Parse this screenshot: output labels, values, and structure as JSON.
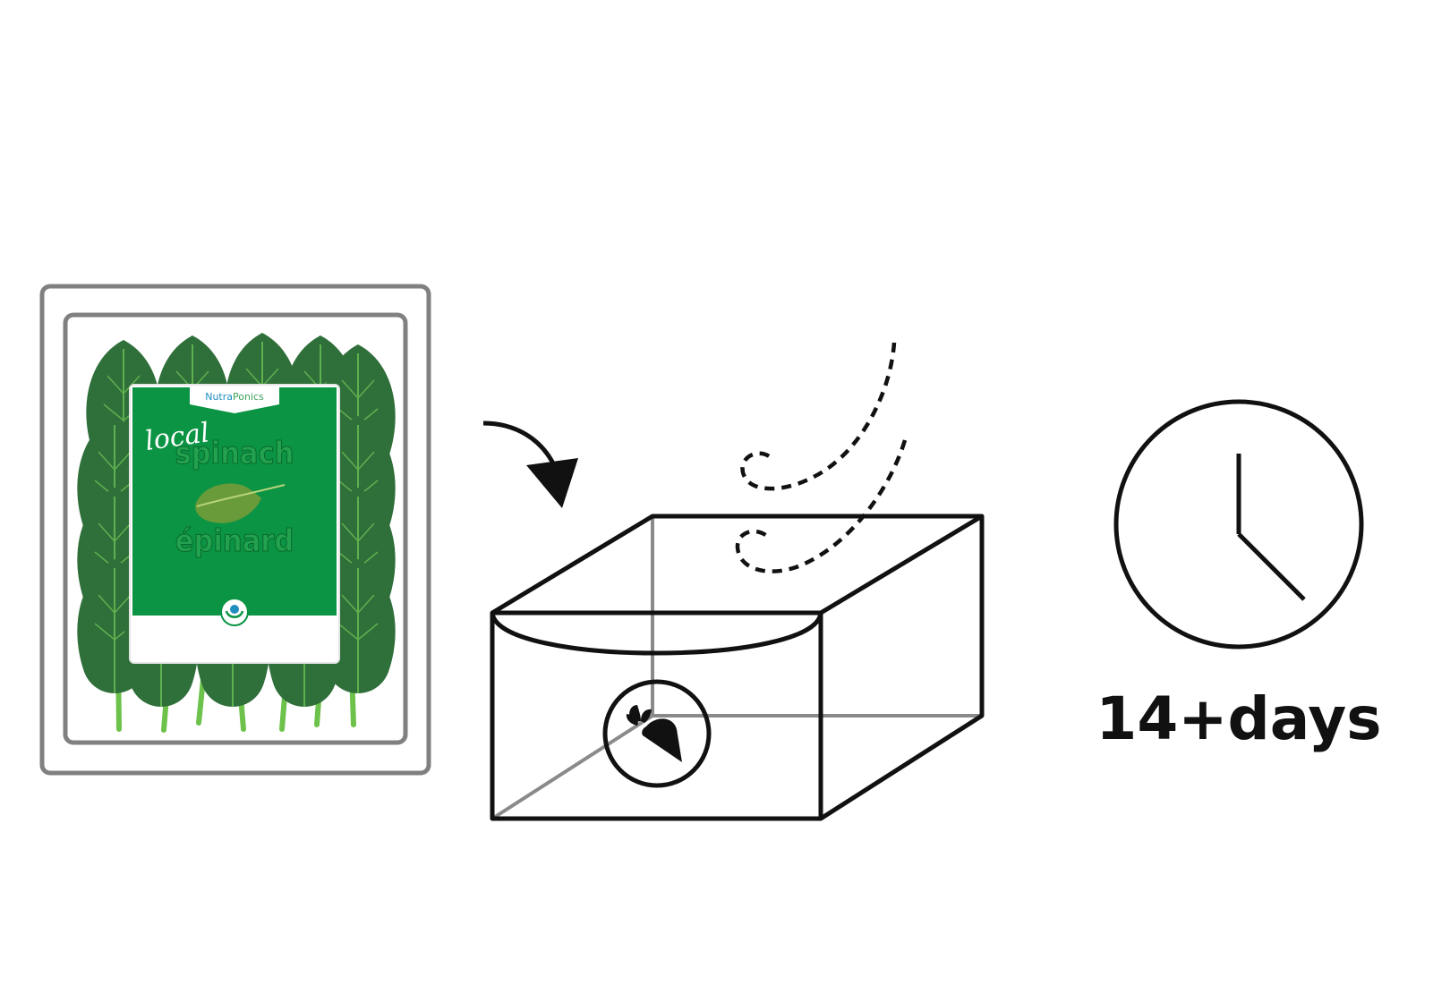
{
  "package": {
    "brand_part1": "Nutra",
    "brand_part2": "Ponics",
    "word_local": "local",
    "word_spinach": "spinach",
    "word_epinard": "épinard",
    "label_color": "#0b9444",
    "leaf_color": "#2f6f3a",
    "stem_color": "#6cc24a"
  },
  "step_icons": [
    "curved-arrow-icon",
    "crisper-drawer-icon",
    "carrot-icon",
    "airflow-icon",
    "clock-icon"
  ],
  "duration_label": "14+days"
}
